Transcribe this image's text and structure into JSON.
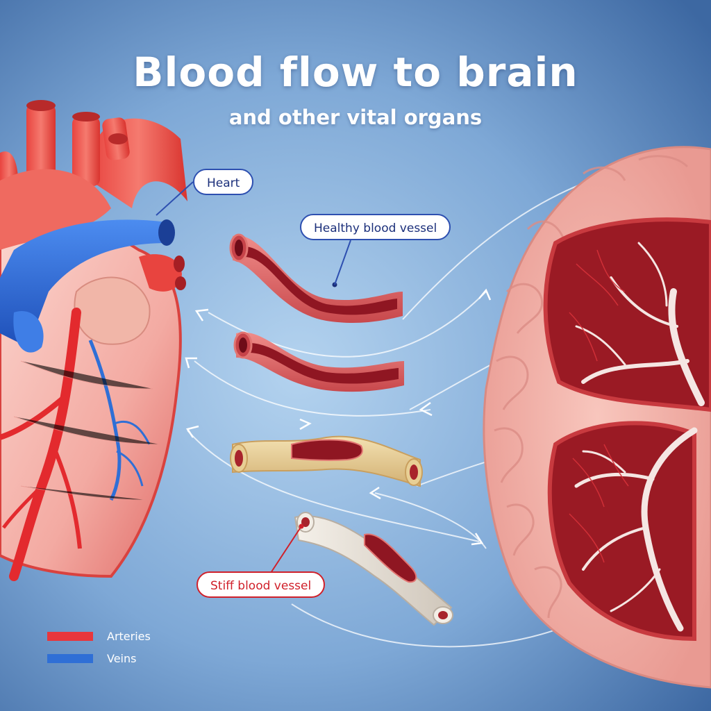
{
  "title": "Blood flow to brain",
  "subtitle": "and other vital organs",
  "labels": {
    "heart": "Heart",
    "healthy_vessel": "Healthy blood vessel",
    "stiff_vessel": "Stiff blood vessel"
  },
  "legend": [
    {
      "label": "Arteries",
      "color": "#e8363c"
    },
    {
      "label": "Veins",
      "color": "#2f6fd6"
    }
  ],
  "colors": {
    "background_light": "#a9cbea",
    "background_dark": "#3f6fa8",
    "artery": "#e8363c",
    "vein": "#2f6fd6",
    "heart_muscle": "#f4a9a0",
    "brain_tissue": "#f4b0a6",
    "vessel_lumen": "#8f1622",
    "plaque": "#e8cf95",
    "callout_blue": "#2d4fb0",
    "callout_red": "#d0202a"
  }
}
